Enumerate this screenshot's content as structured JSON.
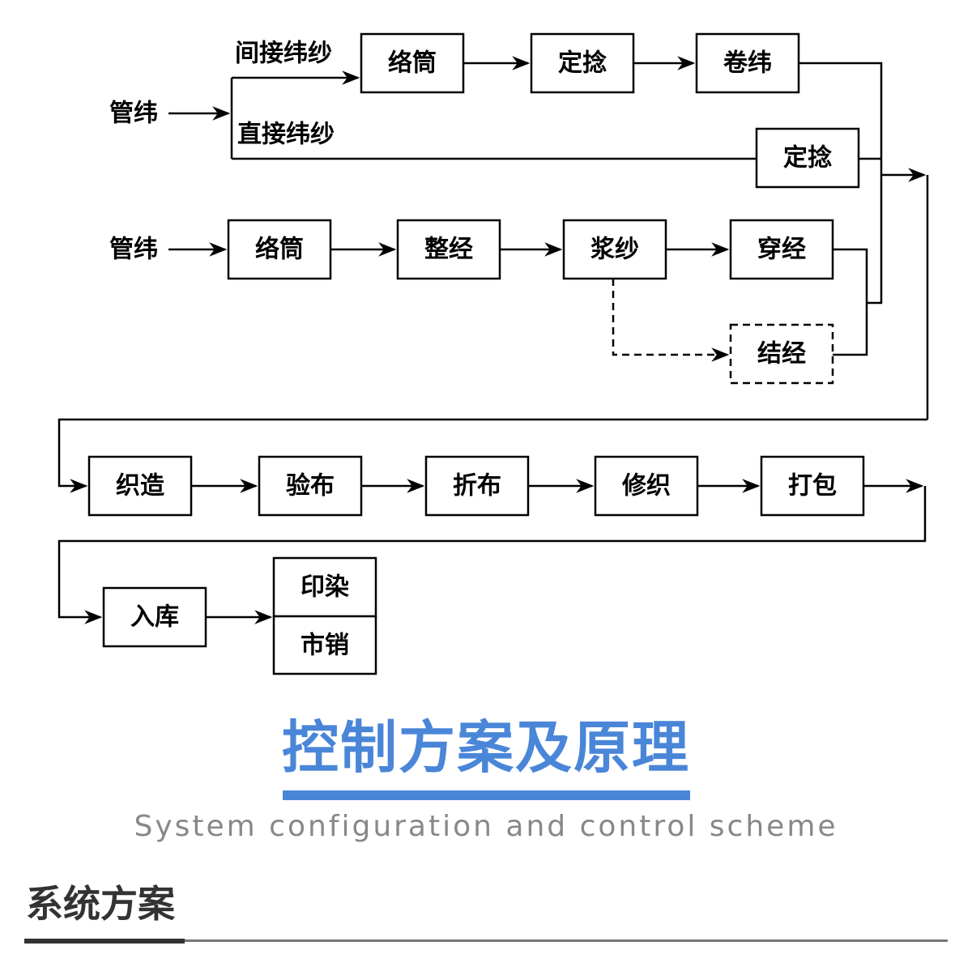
{
  "flowchart": {
    "weft_input_1": "管纬",
    "weft_input_2": "管纬",
    "branch_indirect": "间接纬纱",
    "branch_direct": "直接纬纱",
    "nodes": {
      "winding_weft": "络筒",
      "setting_twist_indirect": "定捻",
      "pirn_winding": "卷纬",
      "setting_twist_direct": "定捻",
      "winding_warp": "络筒",
      "warping": "整经",
      "sizing": "浆纱",
      "drawing_in": "穿经",
      "tying_in": "结经",
      "weaving": "织造",
      "inspection": "验布",
      "folding": "折布",
      "mending": "修织",
      "baling": "打包",
      "warehousing": "入库",
      "printing_dyeing": "印染",
      "market_sales": "市销"
    }
  },
  "title": "控制方案及原理",
  "subtitle": "System configuration and control scheme",
  "section_heading": "系统方案"
}
